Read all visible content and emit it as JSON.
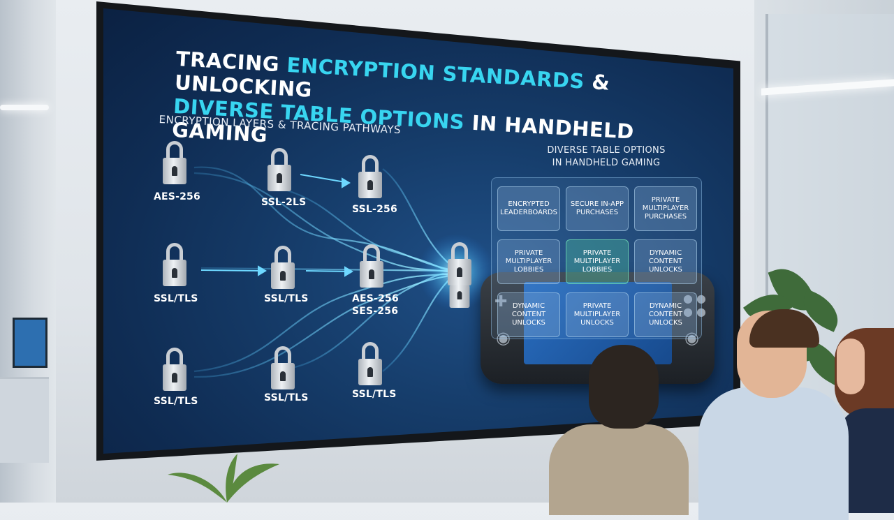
{
  "slide": {
    "title_line1_white": "Tracing ",
    "title_line1_cyan": "Encryption Standards",
    "title_line1_white2": " & Unlocking",
    "title_line2_cyan": "Diverse Table Options",
    "title_line2_white": " in Handheld Gaming",
    "left_subtitle": "Encryption Layers & Tracing Pathways",
    "right_subtitle_line1": "Diverse Table Options",
    "right_subtitle_line2": "in Handheld Gaming",
    "lock_labels": [
      "AES-256",
      "SSL-2LS",
      "SSL-256",
      "SSL/TLS",
      "SSL/TLS",
      "AES-256",
      "SES-256",
      "SSL/TLS",
      "SSL/TLS",
      "SSL/TLS"
    ],
    "tiles": [
      "Encrypted Leaderboards",
      "Secure In-App Purchases",
      "Private Multiplayer Purchases",
      "Private Multiplayer Lobbies",
      "Private Multiplayer Lobbies",
      "Dynamic Content Unlocks",
      "Dynamic Content Unlocks",
      "Private Multiplayer Unlocks",
      "Dynamic Content Unlocks"
    ]
  },
  "colors": {
    "accent": "#38d5f0",
    "screen_bg": "#163d6b",
    "path": "#4fc3ff"
  },
  "icons": [
    "padlock-icon",
    "handheld-console-icon"
  ]
}
